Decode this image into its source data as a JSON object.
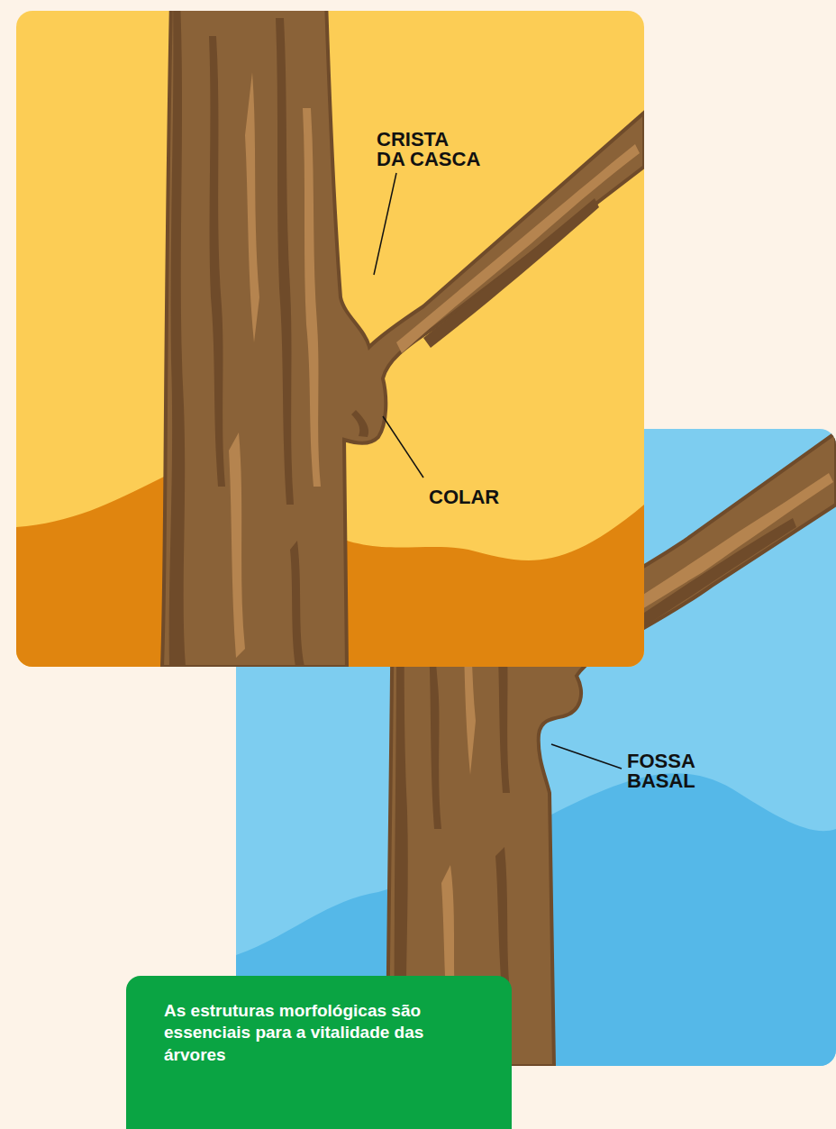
{
  "diagram": {
    "nodes": [
      {
        "text": [
          "As estruturas morfológicas são essenciais para a vitalidade das árvores"
        ]
      }
    ],
    "labels": [
      "CRISTA DA CASCA",
      "COLAR",
      "FOSSA BASAL"
    ]
  }
}
